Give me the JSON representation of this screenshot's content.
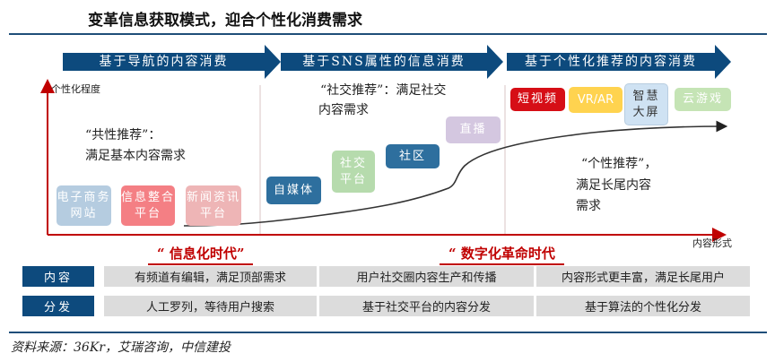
{
  "title": "变革信息获取模式，迎合个性化消费需求",
  "stages": [
    "基于导航的内容消费",
    "基于SNS属性的信息消费",
    "基于个性化推荐的内容消费"
  ],
  "axes": {
    "y_label": "个性化程度",
    "x_label": "内容形式"
  },
  "phase1": {
    "text_line1": "“共性推荐”：",
    "text_line2": "满足基本内容需求",
    "boxes": [
      {
        "label": "电子商务网站",
        "color": "#b5cce0"
      },
      {
        "label": "信息整合平台",
        "color": "#f47f84"
      },
      {
        "label": "新闻资讯平台",
        "color": "#eeb5b6"
      }
    ]
  },
  "phase2": {
    "text_line1": "“社交推荐”：满足社交",
    "text_line2": "内容需求",
    "boxes": [
      {
        "label": "自媒体",
        "color": "#2e6f9e"
      },
      {
        "label": "社交平台",
        "color": "#b6dbad"
      },
      {
        "label": "社区",
        "color": "#2e6f9e"
      },
      {
        "label": "直播",
        "color": "#d4c7e0"
      }
    ]
  },
  "phase3": {
    "text_line1": "“个性推荐”，",
    "text_line2": "满足长尾内容",
    "text_line3": "需求",
    "boxes": [
      {
        "label": "短视频",
        "color": "#d60e16"
      },
      {
        "label": "VR/AR",
        "color": "#ffd34f"
      },
      {
        "label": "智慧大屏",
        "color": "#cfe2f3"
      },
      {
        "label": "云游戏",
        "color": "#c5e4b5"
      }
    ]
  },
  "eras": [
    "“ 信息化时代”",
    "“ 数字化革命时代"
  ],
  "table": {
    "rows": [
      {
        "label": "内容",
        "cells": [
          "有频道有编辑，满足顶部需求",
          "用户社交圈内容生产和传播",
          "内容形式更丰富，满足长尾用户"
        ]
      },
      {
        "label": "分发",
        "cells": [
          "人工罗列，等待用户搜索",
          "基于社交平台的内容分发",
          "基于算法的个性化分发"
        ]
      }
    ]
  },
  "source": "资料来源：36Kr，艾瑞咨询，中信建投"
}
